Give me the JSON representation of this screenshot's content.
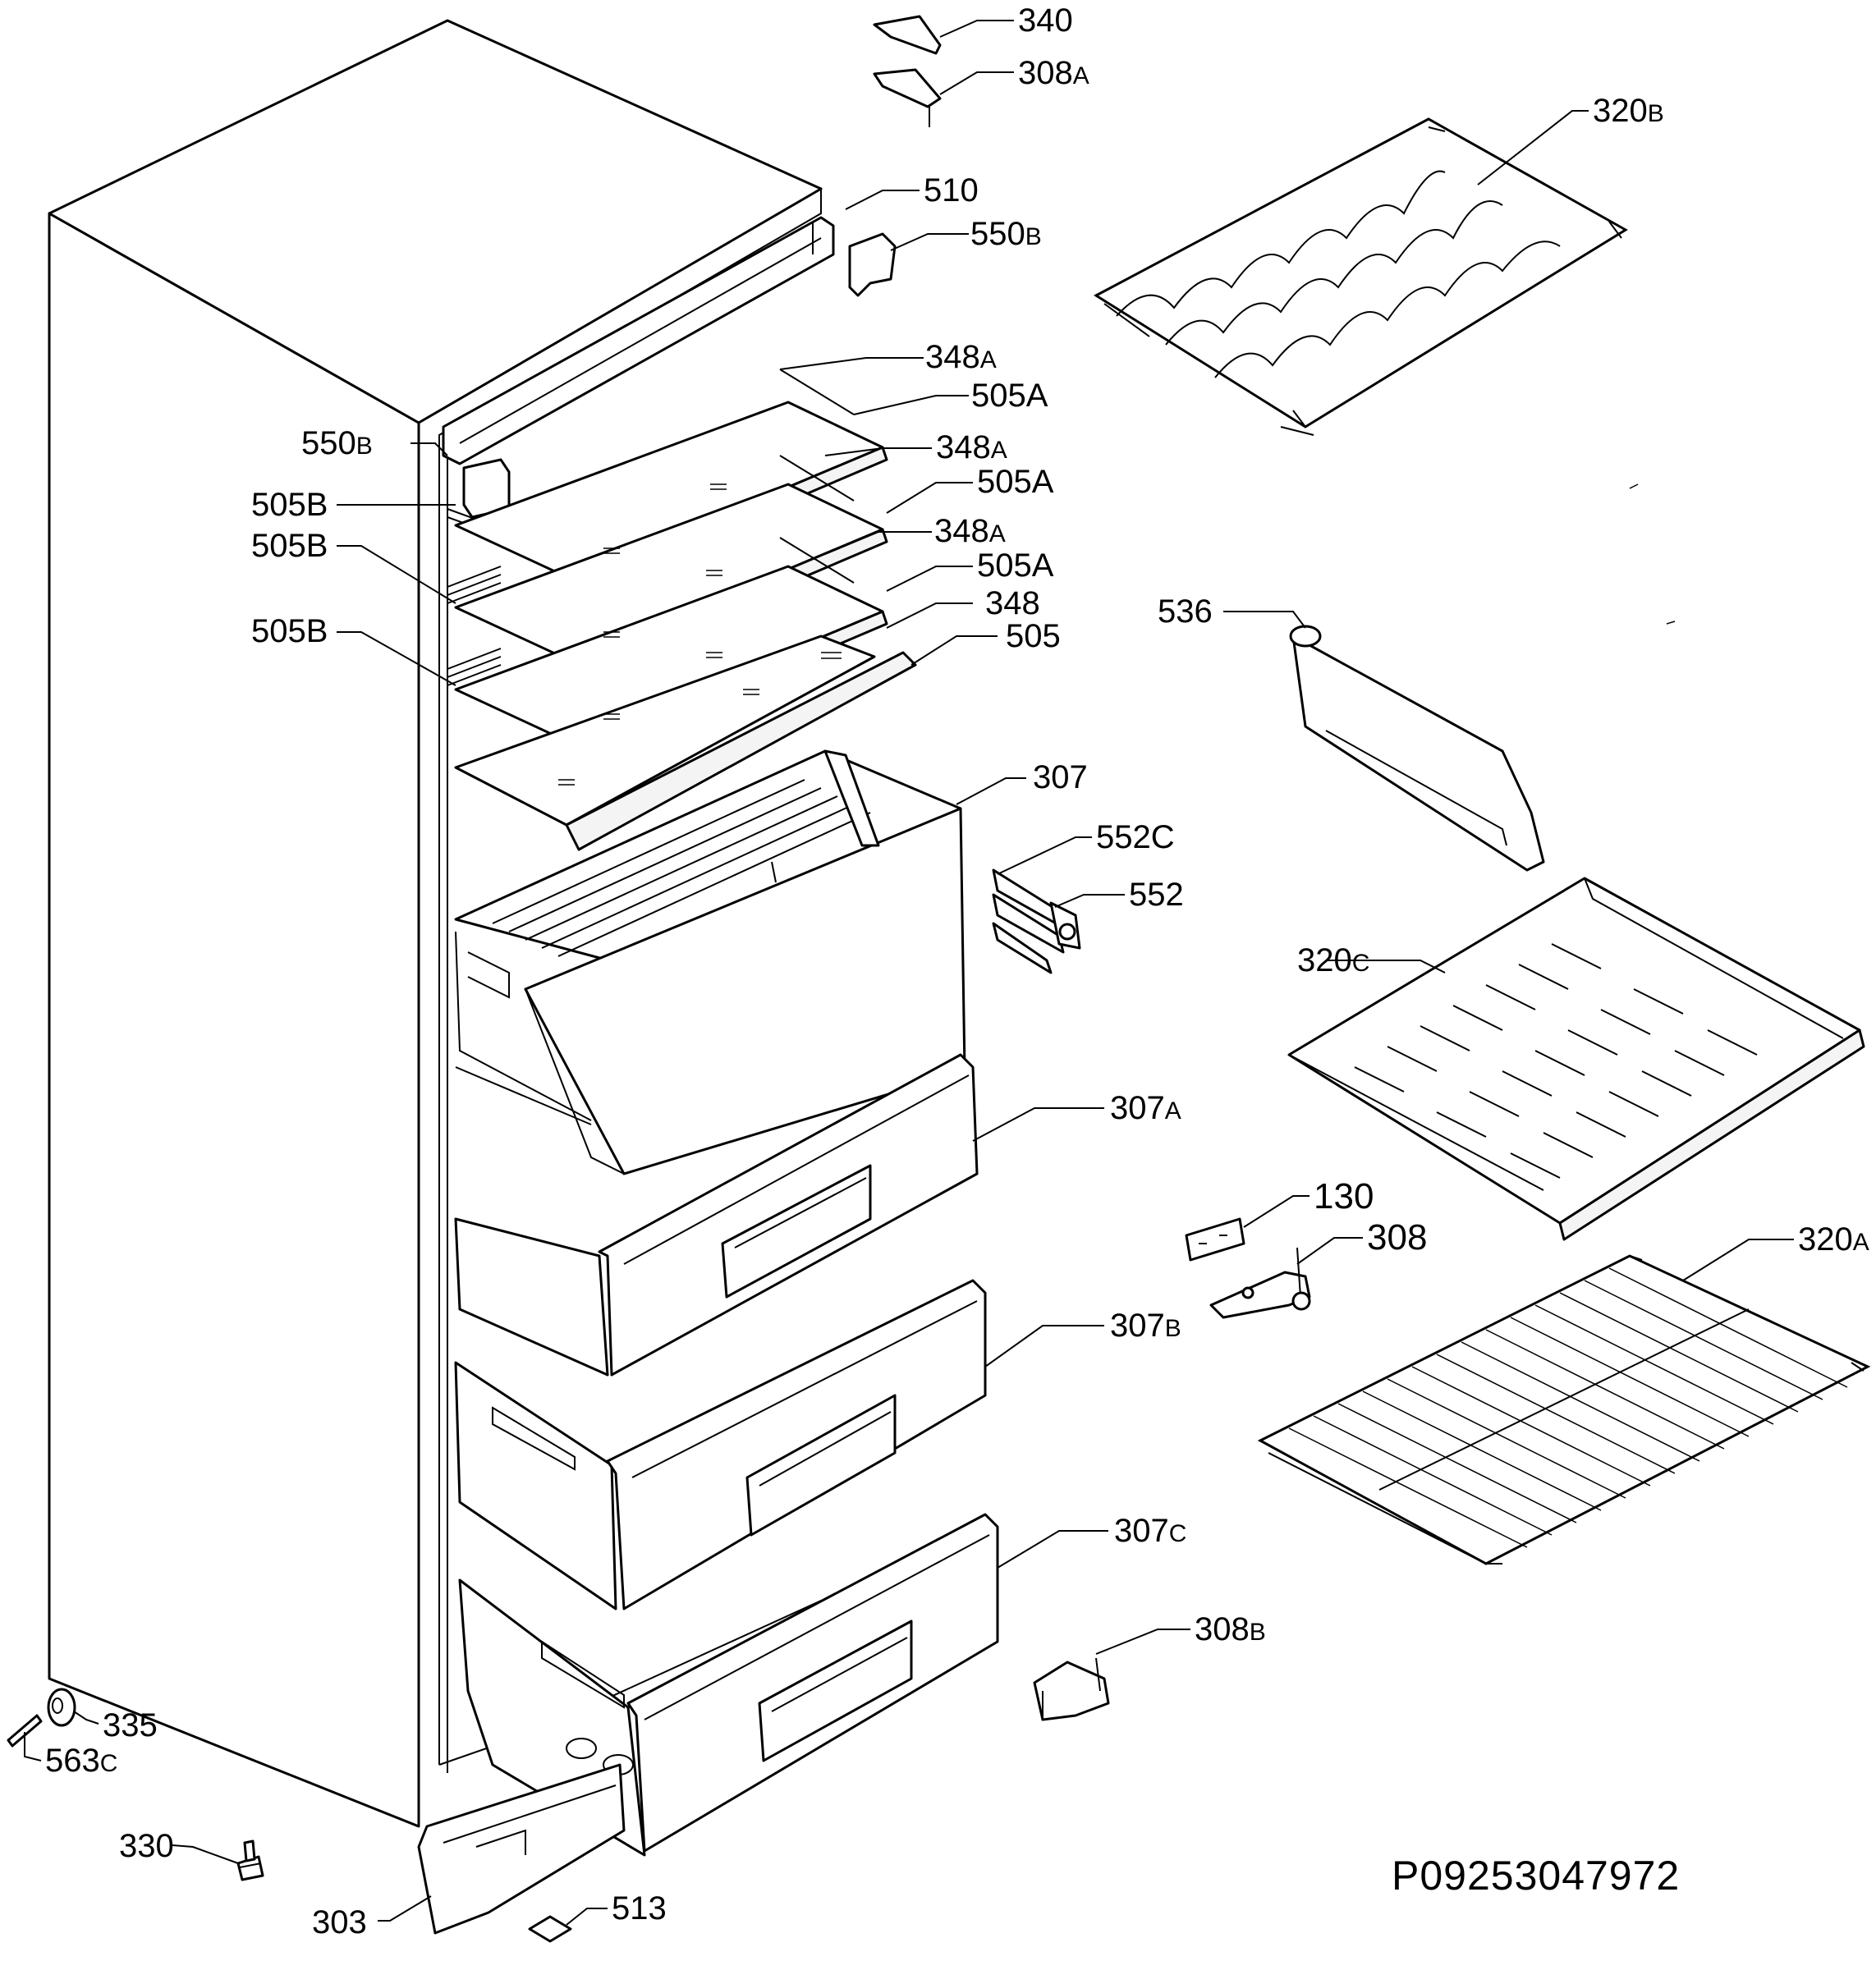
{
  "drawing_code": "P09253047972",
  "callouts": [
    {
      "id": "c340",
      "num": "340",
      "suffix": ""
    },
    {
      "id": "c308a",
      "num": "308",
      "suffix": "A"
    },
    {
      "id": "c320b",
      "num": "320",
      "suffix": "B"
    },
    {
      "id": "c510",
      "num": "510",
      "suffix": ""
    },
    {
      "id": "c550b_r",
      "num": "550",
      "suffix": "B"
    },
    {
      "id": "c348a_1",
      "num": "348",
      "suffix": "A"
    },
    {
      "id": "c505a_1",
      "num": "505A",
      "suffix": ""
    },
    {
      "id": "c550b_l",
      "num": "550",
      "suffix": "B"
    },
    {
      "id": "c348a_2",
      "num": "348",
      "suffix": "A"
    },
    {
      "id": "c505b_1",
      "num": "505B",
      "suffix": ""
    },
    {
      "id": "c505a_2",
      "num": "505A",
      "suffix": ""
    },
    {
      "id": "c505b_2",
      "num": "505B",
      "suffix": ""
    },
    {
      "id": "c348a_3",
      "num": "348",
      "suffix": "A"
    },
    {
      "id": "c505a_3",
      "num": "505A",
      "suffix": ""
    },
    {
      "id": "c348",
      "num": "348",
      "suffix": ""
    },
    {
      "id": "c536",
      "num": "536",
      "suffix": ""
    },
    {
      "id": "c505b_3",
      "num": "505B",
      "suffix": ""
    },
    {
      "id": "c505",
      "num": "505",
      "suffix": ""
    },
    {
      "id": "c307",
      "num": "307",
      "suffix": ""
    },
    {
      "id": "c552c",
      "num": "552C",
      "suffix": ""
    },
    {
      "id": "c552",
      "num": "552",
      "suffix": ""
    },
    {
      "id": "c320c",
      "num": "320",
      "suffix": "C"
    },
    {
      "id": "c307a",
      "num": "307",
      "suffix": "A"
    },
    {
      "id": "c130",
      "num": "130",
      "suffix": ""
    },
    {
      "id": "c308",
      "num": "308",
      "suffix": ""
    },
    {
      "id": "c320a",
      "num": "320",
      "suffix": "A"
    },
    {
      "id": "c307b",
      "num": "307",
      "suffix": "B"
    },
    {
      "id": "c307c",
      "num": "307",
      "suffix": "C"
    },
    {
      "id": "c308b",
      "num": "308",
      "suffix": "B"
    },
    {
      "id": "c335",
      "num": "335",
      "suffix": ""
    },
    {
      "id": "c563c",
      "num": "563",
      "suffix": "C"
    },
    {
      "id": "c330",
      "num": "330",
      "suffix": ""
    },
    {
      "id": "c513",
      "num": "513",
      "suffix": ""
    },
    {
      "id": "c303",
      "num": "303",
      "suffix": ""
    }
  ]
}
